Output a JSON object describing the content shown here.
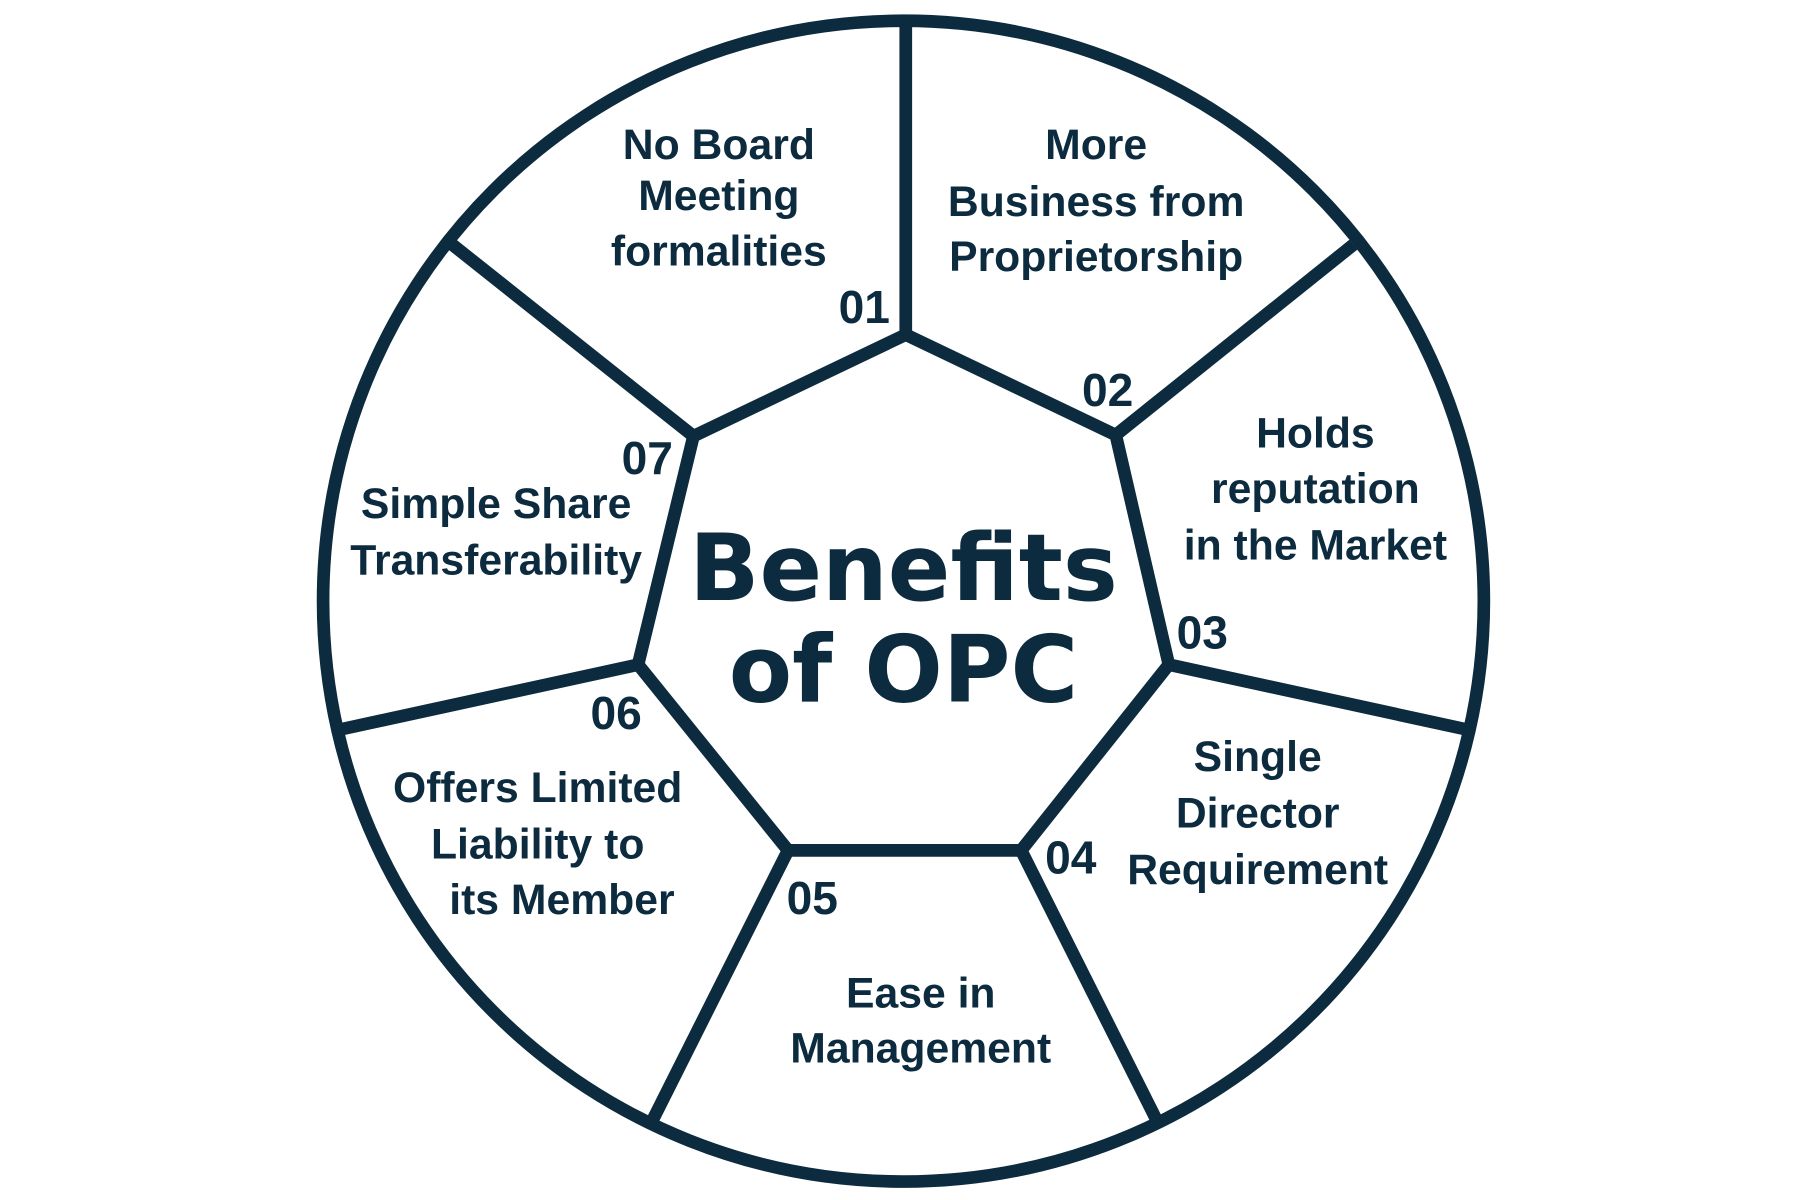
{
  "title": {
    "line1": "Benefits",
    "line2": "of OPC"
  },
  "color": "#0d2b3e",
  "segments": [
    {
      "number": "01",
      "lines": [
        "No Board",
        "Meeting",
        "formalities"
      ]
    },
    {
      "number": "02",
      "lines": [
        "More",
        "Business from",
        "Proprietorship"
      ]
    },
    {
      "number": "03",
      "lines": [
        "Holds",
        "reputation",
        "in the Market"
      ]
    },
    {
      "number": "04",
      "lines": [
        "Single",
        "Director",
        "Requirement"
      ]
    },
    {
      "number": "05",
      "lines": [
        "Ease in",
        "Management"
      ]
    },
    {
      "number": "06",
      "lines": [
        "Offers Limited",
        "Liability to",
        "its Member"
      ]
    },
    {
      "number": "07",
      "lines": [
        "Simple Share",
        "Transferability"
      ]
    }
  ]
}
